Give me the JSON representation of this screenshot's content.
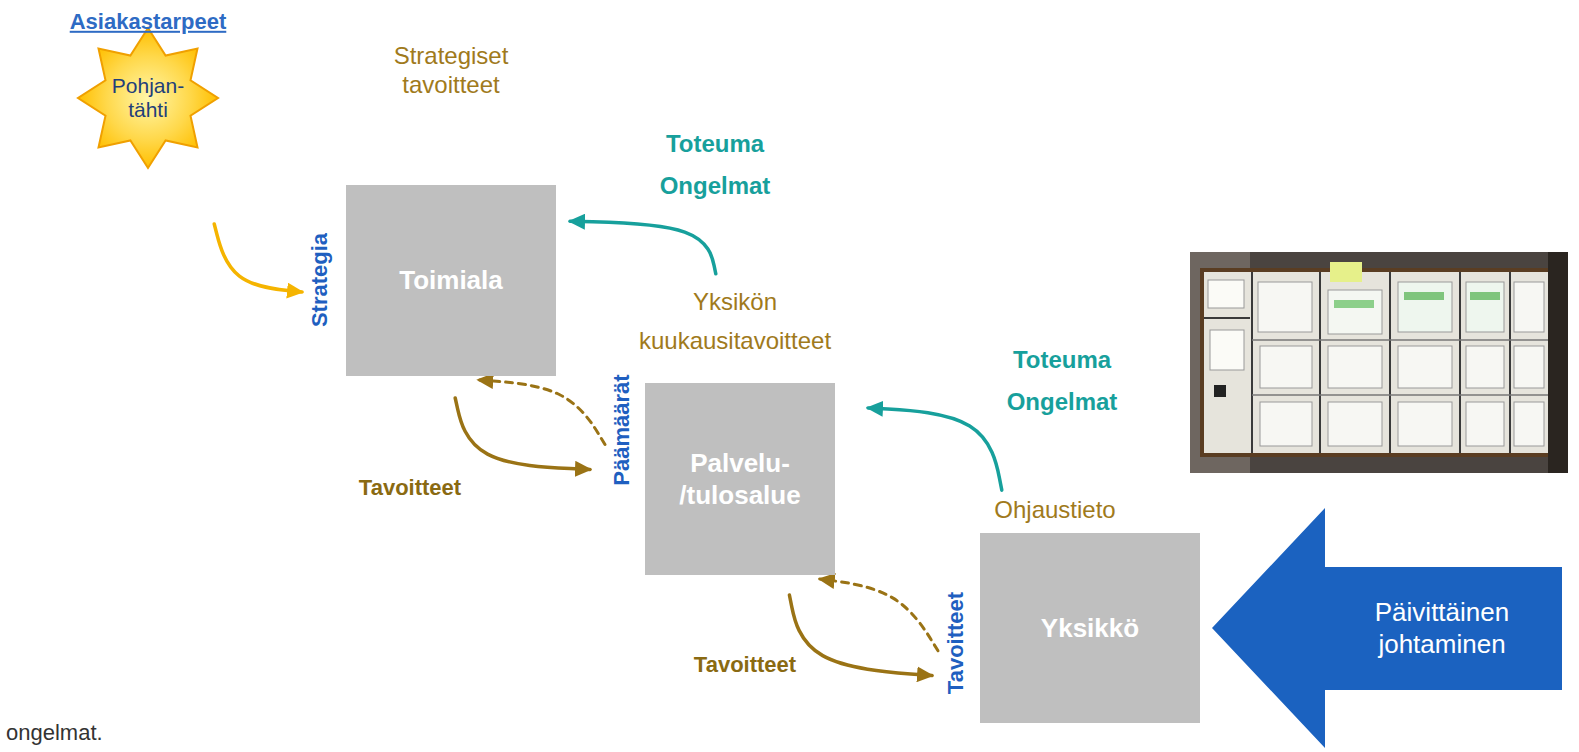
{
  "diagram": {
    "nodes": [
      {
        "text": [
          "Pohjan- tähti"
        ]
      },
      {
        "text": [
          "Strategiset tavoitteet",
          "Toimiala"
        ]
      },
      {
        "text": [
          "Yksikön kuukausitavoitteet",
          "Palvelu- /tulosalue"
        ]
      },
      {
        "text": [
          "Ohjaustieto",
          "Yksikkö"
        ]
      },
      {
        "text": [
          "Päivittäinen johtaminen"
        ]
      }
    ],
    "edges": [
      {
        "from": 0,
        "to": 1,
        "arrow": "to"
      },
      {
        "from": 2,
        "to": 1,
        "label": "Toteuma Ongelmat",
        "arrow": "to"
      },
      {
        "from": 1,
        "to": 2,
        "label": "Tavoitteet",
        "arrow": "to"
      },
      {
        "from": 2,
        "to": 1,
        "arrow": "to"
      },
      {
        "from": 3,
        "to": 2,
        "label": "Toteuma Ongelmat",
        "arrow": "to"
      },
      {
        "from": 2,
        "to": 3,
        "label": "Tavoitteet",
        "arrow": "to"
      },
      {
        "from": 3,
        "to": 2,
        "arrow": "to"
      }
    ],
    "labels": [
      "Asiakastarpeet",
      "Strategia",
      "Päämäärät",
      "Tavoitteet",
      "ongelmat."
    ]
  }
}
